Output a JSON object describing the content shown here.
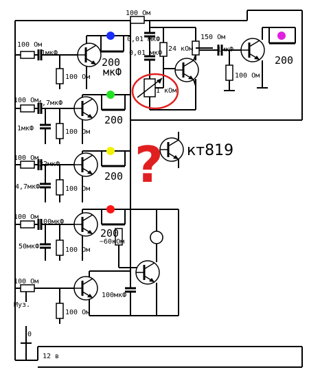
{
  "labels": {
    "r_top": "100 Ом",
    "c_top_a": "0,01 мкФ",
    "c_top_b": "0,01 мкФ",
    "r_24k": "24 кОм",
    "r_150": "150 Ом",
    "c_out_1u": "1мкФ",
    "cap_200_out": "200",
    "r_out_emit": "100 Ом",
    "pot_1k": "1 кОм",
    "r_in1": "100 Ом",
    "c_in1": "1мкФ",
    "r_e1": "100 Ом",
    "cap_200_1": "200",
    "cap_200_1_unit": "мкФ",
    "r_in2": "100 Ом",
    "c_in2": "4,7мкФ",
    "c_sh2": "1мкФ",
    "r_e2": "100 Ом",
    "cap_200_2": "200",
    "r_in3": "100 Ом",
    "c_in3": "22мкФ",
    "c_sh3": "4,7мкФ",
    "r_e3": "100 Ом",
    "cap_200_3": "200",
    "r_in4": "100 Ом",
    "c_in4": "100мкФ",
    "c_sh4": "50мкФ",
    "r_e4": "100 Ом",
    "cap_200_4": "200",
    "r_60k": "~60кОм",
    "r_in5": "100 Ом",
    "input_label": "Муз.",
    "r_e5": "100 Ом",
    "c_100u": "100мкФ",
    "transistor_name": "кт819",
    "question": "?",
    "ground": "0",
    "supply": "12 в"
  },
  "led_colors": {
    "blue": "#1a2cff",
    "green": "#22e022",
    "yellow": "#f2f200",
    "red": "#ff1515",
    "magenta": "#e020e0"
  },
  "annotation_colors": {
    "circle": "#e02020",
    "question": "#e02020"
  }
}
